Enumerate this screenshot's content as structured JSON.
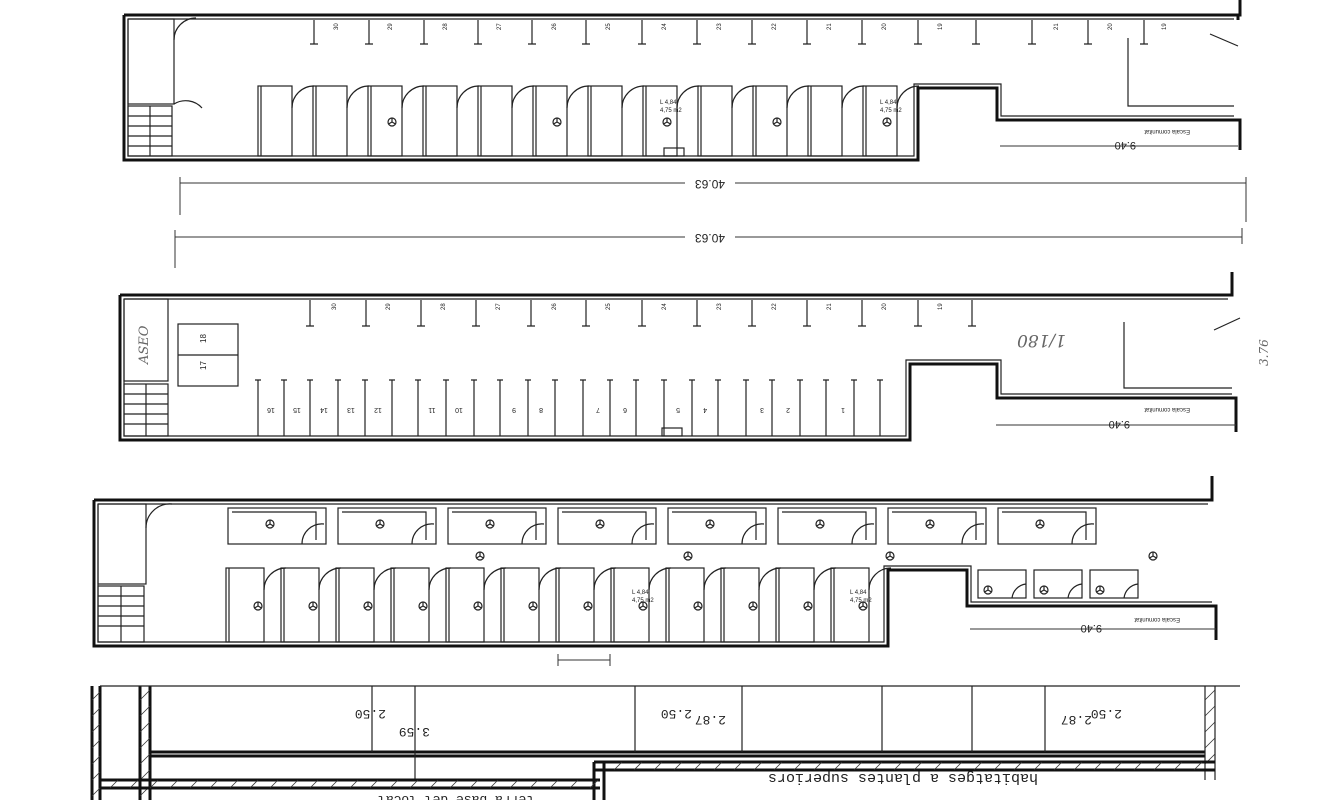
{
  "plan1": {
    "space_numbers": [
      "30",
      "29",
      "28",
      "27",
      "26",
      "25",
      "24",
      "23",
      "22",
      "21",
      "20",
      "19",
      "21",
      "20",
      "19"
    ],
    "area_label": "L 4,84",
    "area_value": "4,75 m2",
    "stair_label": "Escala comunitat",
    "dim_940": "9.40",
    "dim_total": "40.63"
  },
  "dim_middle": "40.63",
  "plan2": {
    "space_numbers_top": [
      "30",
      "29",
      "28",
      "27",
      "26",
      "25",
      "24",
      "23",
      "22",
      "21",
      "20",
      "19"
    ],
    "space_numbers_bottom": [
      "16",
      "15",
      "14",
      "13",
      "12",
      "11",
      "10",
      "9",
      "8",
      "7",
      "6",
      "5",
      "4",
      "3",
      "2",
      "1"
    ],
    "storage_numbers": [
      "18",
      "17"
    ],
    "aseo": "ASEO",
    "stair_label": "Escala comunitat",
    "dim_940": "9.40",
    "hand_note": "1/180",
    "hand_dim": "3.76"
  },
  "plan3": {
    "area_label": "L 4,84",
    "area_value": "4,75 m2",
    "stair_label": "Escala comunitat",
    "dim_940": "9.40"
  },
  "section": {
    "dims": [
      "2.50",
      "3.59",
      "2.50",
      "2.87",
      "2.50",
      "2.87"
    ],
    "caption_right": "habitatges a plantes superiors",
    "caption_left": "terra base del local"
  }
}
